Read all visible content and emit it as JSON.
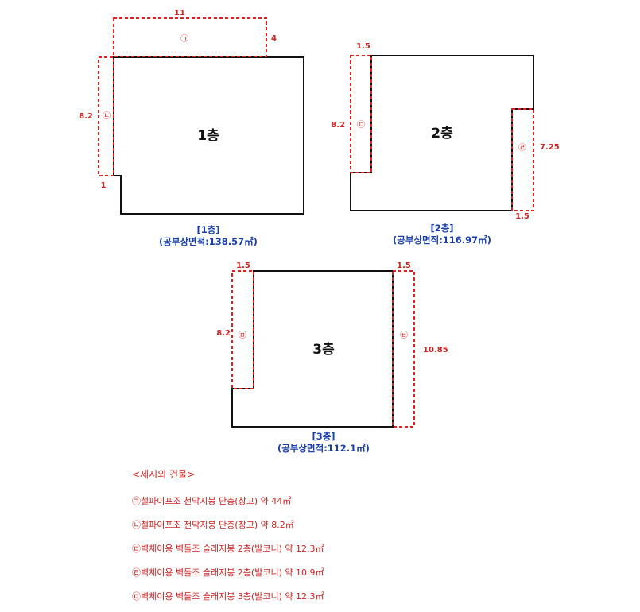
{
  "floors": [
    {
      "name": "1층",
      "caption_label": "[1층]",
      "caption_area": "(공부상면적:138.57㎡)"
    },
    {
      "name": "2층",
      "caption_label": "[2층]",
      "caption_area": "(공부상면적:116.97㎡)"
    },
    {
      "name": "3층",
      "caption_label": "[3층]",
      "caption_area": "(공부상면적:112.1㎡)"
    }
  ],
  "dimensions": {
    "f1_top_width": "11",
    "f1_top_depth": "4",
    "f1_left_height": "8.2",
    "f1_left_width": "1",
    "f2_left_width": "1.5",
    "f2_left_height": "8.2",
    "f2_right_height": "7.25",
    "f2_right_width": "1.5",
    "f3_left_width": "1.5",
    "f3_left_height": "8.2",
    "f3_right_width": "1.5",
    "f3_right_height": "10.85"
  },
  "marks": {
    "f1_top": "㉠",
    "f1_left": "㉡",
    "f2_left": "㉢",
    "f2_right": "㉣",
    "f3_left": "㉤",
    "f3_right": "㉥"
  },
  "legend": {
    "title": "<제시외 건물>",
    "items": [
      "㉠철파이프조 천막지붕 단층(창고) 약 44㎡",
      "㉡철파이프조 천막지붕 단층(창고) 약 8.2㎡",
      "㉢벽체이용 벽돌조 슬래지붕 2층(발코니) 약 12.3㎡",
      "㉣벽체이용 벽돌조 슬래지붕 2층(발코니) 약 10.9㎡",
      "㉤벽체이용 벽돌조 슬래지붕 3층(발코니) 약 12.3㎡"
    ]
  },
  "colors": {
    "outline": "#111111",
    "annex": "#e02020",
    "caption": "#1a3fa8",
    "legend": "#cc2222"
  }
}
